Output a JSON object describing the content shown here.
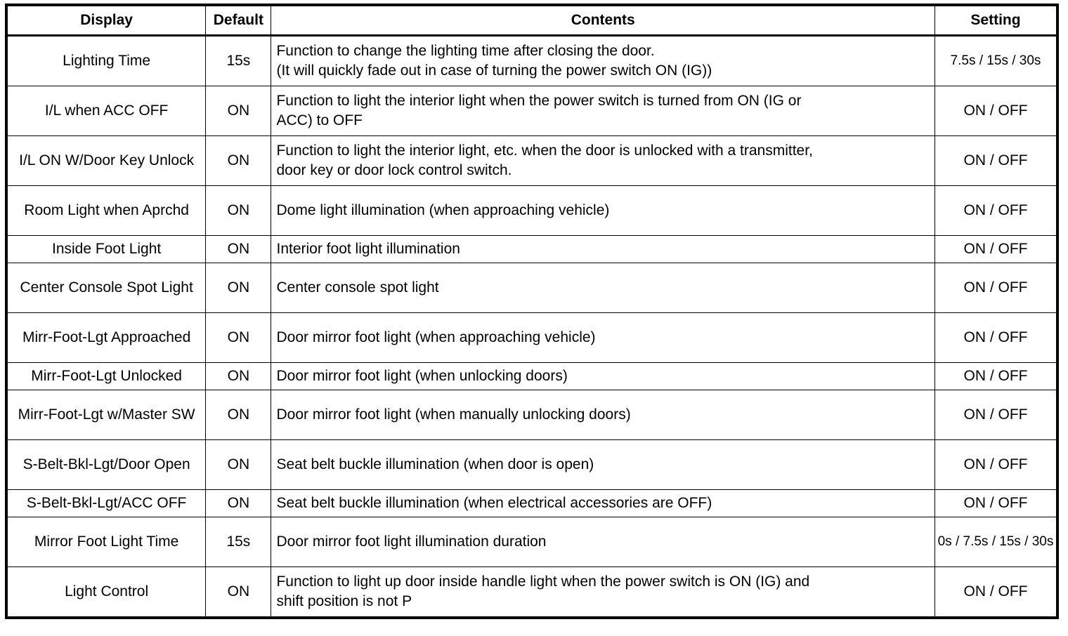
{
  "table": {
    "columns": [
      {
        "key": "display",
        "label": "Display"
      },
      {
        "key": "default",
        "label": "Default"
      },
      {
        "key": "contents",
        "label": "Contents"
      },
      {
        "key": "setting",
        "label": "Setting"
      }
    ],
    "rows": [
      {
        "display": "Lighting Time",
        "default": "15s",
        "contents_line1": "Function to change the lighting time after closing the door.",
        "contents_line2": "(It will quickly fade out in case of turning the power switch ON (IG))",
        "setting": "7.5s / 15s / 30s"
      },
      {
        "display": "I/L when ACC OFF",
        "default": "ON",
        "contents_line1": "Function to light the interior light when the power switch is turned from ON (IG or",
        "contents_line2": "ACC) to OFF",
        "setting": "ON / OFF"
      },
      {
        "display": "I/L ON W/Door Key Unlock",
        "default": "ON",
        "contents_line1": "Function to light the interior light, etc. when the door is unlocked with a transmitter,",
        "contents_line2": "door key or door lock control switch.",
        "setting": "ON / OFF"
      },
      {
        "display": "Room Light when Aprchd",
        "default": "ON",
        "contents_line1": "Dome light illumination (when approaching vehicle)",
        "contents_line2": "",
        "setting": "ON / OFF"
      },
      {
        "display": "Inside Foot Light",
        "default": "ON",
        "contents_line1": "Interior foot light illumination",
        "contents_line2": "",
        "setting": "ON / OFF"
      },
      {
        "display": "Center Console Spot Light",
        "default": "ON",
        "contents_line1": "Center console spot light",
        "contents_line2": "",
        "setting": "ON / OFF"
      },
      {
        "display": "Mirr-Foot-Lgt Approached",
        "default": "ON",
        "contents_line1": "Door mirror foot light (when approaching vehicle)",
        "contents_line2": "",
        "setting": "ON / OFF"
      },
      {
        "display": "Mirr-Foot-Lgt Unlocked",
        "default": "ON",
        "contents_line1": "Door mirror foot light (when unlocking doors)",
        "contents_line2": "",
        "setting": "ON / OFF"
      },
      {
        "display": "Mirr-Foot-Lgt w/Master SW",
        "default": "ON",
        "contents_line1": "Door mirror foot light (when manually unlocking doors)",
        "contents_line2": "",
        "setting": "ON / OFF"
      },
      {
        "display": "S-Belt-Bkl-Lgt/Door Open",
        "default": "ON",
        "contents_line1": "Seat belt buckle illumination (when door is open)",
        "contents_line2": "",
        "setting": "ON / OFF"
      },
      {
        "display": "S-Belt-Bkl-Lgt/ACC OFF",
        "default": "ON",
        "contents_line1": "Seat belt buckle illumination (when electrical accessories are OFF)",
        "contents_line2": "",
        "setting": "ON / OFF"
      },
      {
        "display": "Mirror Foot Light Time",
        "default": "15s",
        "contents_line1": "Door mirror foot light illumination duration",
        "contents_line2": "",
        "setting": "0s / 7.5s / 15s / 30s"
      },
      {
        "display": "Light Control",
        "default": "ON",
        "contents_line1": "Function to light up door inside handle light when the power switch is ON (IG) and",
        "contents_line2": "shift position is not P",
        "setting": "ON / OFF"
      }
    ]
  }
}
